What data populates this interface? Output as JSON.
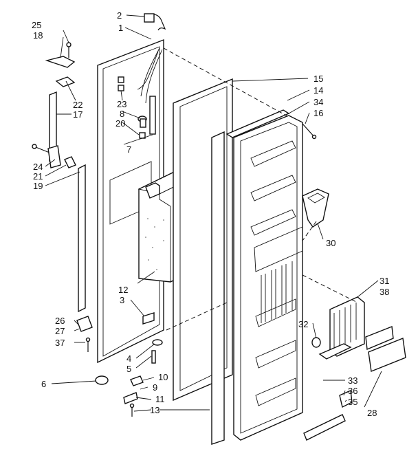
{
  "diagram": {
    "callouts": {
      "c1": "1",
      "c2": "2",
      "c3": "3",
      "c4": "4",
      "c5": "5",
      "c6": "6",
      "c7": "7",
      "c8": "8",
      "c9": "9",
      "c10": "10",
      "c11": "11",
      "c12": "12",
      "c13": "13",
      "c14": "14",
      "c15": "15",
      "c16": "16",
      "c17": "17",
      "c18": "18",
      "c19": "19",
      "c20": "20",
      "c21": "21",
      "c22": "22",
      "c23": "23",
      "c24": "24",
      "c25": "25",
      "c26": "26",
      "c27": "27",
      "c28": "28",
      "c30": "30",
      "c31": "31",
      "c32": "32",
      "c33": "33",
      "c34": "34",
      "c35": "35",
      "c36": "36",
      "c37": "37",
      "c38": "38"
    }
  }
}
